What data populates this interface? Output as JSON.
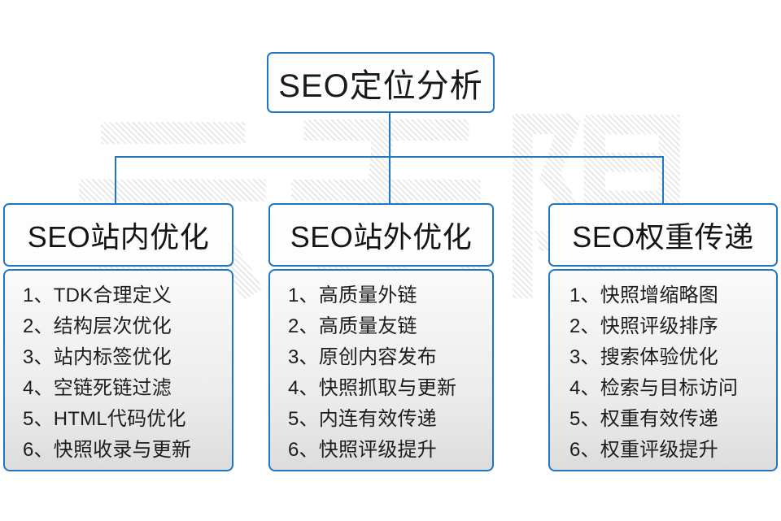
{
  "watermark": {
    "text": "云无限"
  },
  "colors": {
    "accent": "#1f77c4",
    "text": "#1a1a1a",
    "panel_bg_top": "#fbfbfb",
    "panel_bg_bottom": "#dcdcdc",
    "watermark": "#e9e9e9"
  },
  "title": {
    "label": "SEO定位分析"
  },
  "columns": [
    {
      "header": "SEO站内优化",
      "items": [
        "1、TDK合理定义",
        "2、结构层次优化",
        "3、站内标签优化",
        "4、空链死链过滤",
        "5、HTML代码优化",
        "6、快照收录与更新"
      ]
    },
    {
      "header": "SEO站外优化",
      "items": [
        "1、高质量外链",
        "2、高质量友链",
        "3、原创内容发布",
        "4、快照抓取与更新",
        "5、内连有效传递",
        "6、快照评级提升"
      ]
    },
    {
      "header": "SEO权重传递",
      "items": [
        "1、快照增缩略图",
        "2、快照评级排序",
        "3、搜索体验优化",
        "4、检索与目标访问",
        "5、权重有效传递",
        "6、权重评级提升"
      ]
    }
  ]
}
